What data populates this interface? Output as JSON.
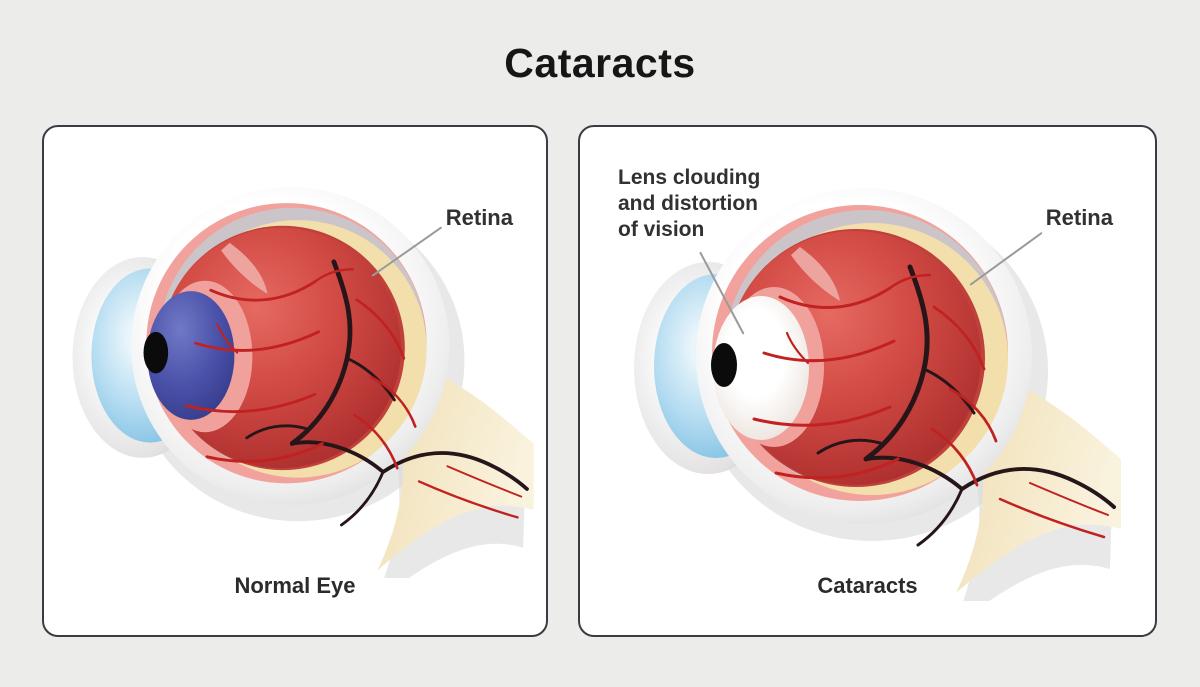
{
  "title": "Cataracts",
  "panels": {
    "normal": {
      "caption": "Normal Eye",
      "retina_label": "Retina"
    },
    "cataract": {
      "caption": "Cataracts",
      "retina_label": "Retina",
      "lens_label": "Lens clouding\nand distortion\nof vision"
    }
  },
  "colors": {
    "page_bg": "#ececea",
    "panel_bg": "#ffffff",
    "panel_border": "#383d42",
    "text": "#262626",
    "pointer_line": "#9a9a9a",
    "eye_red_center": "#e56a62",
    "eye_red_edge": "#a82c2c",
    "retina_band": "#f3dfab",
    "sclera_pink": "#f2a29c",
    "sclera_gray": "#cbc5ca",
    "lens_normal_center": "#7079c5",
    "lens_normal_edge": "#343a88",
    "lens_cataract_center": "#ffffff",
    "lens_cataract_edge": "#d8cdc7",
    "cornea_blue": "#7ec0e4",
    "pupil": "#0b0b0b",
    "optic_nerve": "#efdcae",
    "vessel_red": "#c12121",
    "vessel_dark": "#26161a"
  }
}
